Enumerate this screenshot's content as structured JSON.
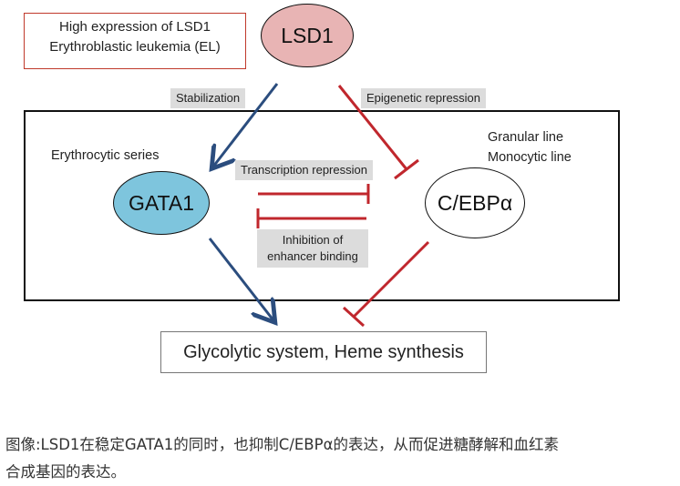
{
  "header_box": {
    "line1": "High expression of LSD1",
    "line2": "Erythroblastic leukemia (EL)"
  },
  "nodes": {
    "lsd1": "LSD1",
    "gata1": "GATA1",
    "cebpa": "C/EBPα"
  },
  "labels": {
    "stabilization": "Stabilization",
    "epigenetic": "Epigenetic repression",
    "erythrocytic": "Erythrocytic series",
    "granular": "Granular line",
    "monocytic": "Monocytic line",
    "transcription": "Transcription repression",
    "inhibition_1": "Inhibition of",
    "inhibition_2": "enhancer binding"
  },
  "output_box": "Glycolytic system, Heme synthesis",
  "caption": {
    "line1": "图像:LSD1在稳定GATA1的同时，也抑制C/EBPα的表达，从而促进糖酵解和血红素",
    "line2": "合成基因的表达。"
  },
  "colors": {
    "activation": "#2b4d7e",
    "repression": "#c0272d",
    "lsd1_fill": "#e8b4b4",
    "gata1_fill": "#7ec5dd",
    "header_border": "#c0392b"
  }
}
